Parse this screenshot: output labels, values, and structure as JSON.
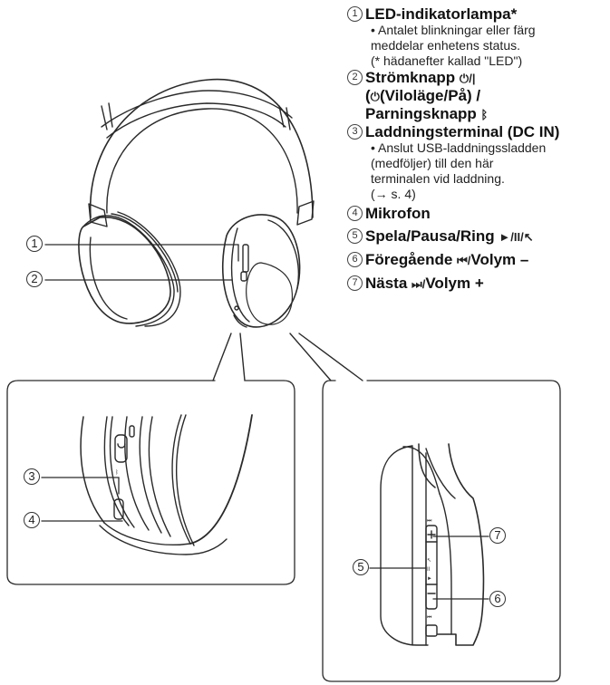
{
  "legend": {
    "items": [
      {
        "number": "1",
        "title": "LED-indikatorlampa*",
        "description_lines": [
          "• Antalet blinkningar eller färg",
          "meddelar enhetens status.",
          "(* hädanefter kallad \"LED\")"
        ]
      },
      {
        "number": "2",
        "title_lines": [
          "Strömknapp",
          "(Viloläge/På) /",
          "Parningsknapp"
        ],
        "symbols": {
          "power": "⏻/|",
          "standby": "⏻",
          "bluetooth": "ᛒ"
        }
      },
      {
        "number": "3",
        "title": "Laddningsterminal (DC IN)",
        "description_lines": [
          "• Anslut USB-laddningssladden",
          "(medföljer) till den här",
          "terminalen vid laddning.",
          "(→ s. 4)"
        ]
      },
      {
        "number": "4",
        "title": "Mikrofon"
      },
      {
        "number": "5",
        "title": "Spela/Pausa/Ring",
        "symbol": "►/II/↖"
      },
      {
        "number": "6",
        "title_prefix": "Föregående",
        "title_suffix": "Volym –",
        "symbol": "⏮/"
      },
      {
        "number": "7",
        "title_prefix": "Nästa",
        "title_suffix": "Volym +",
        "symbol": "⏭/"
      }
    ]
  },
  "callouts": {
    "c1": "1",
    "c2": "2",
    "c3": "3",
    "c4": "4",
    "c5": "5",
    "c6": "6",
    "c7": "7"
  }
}
